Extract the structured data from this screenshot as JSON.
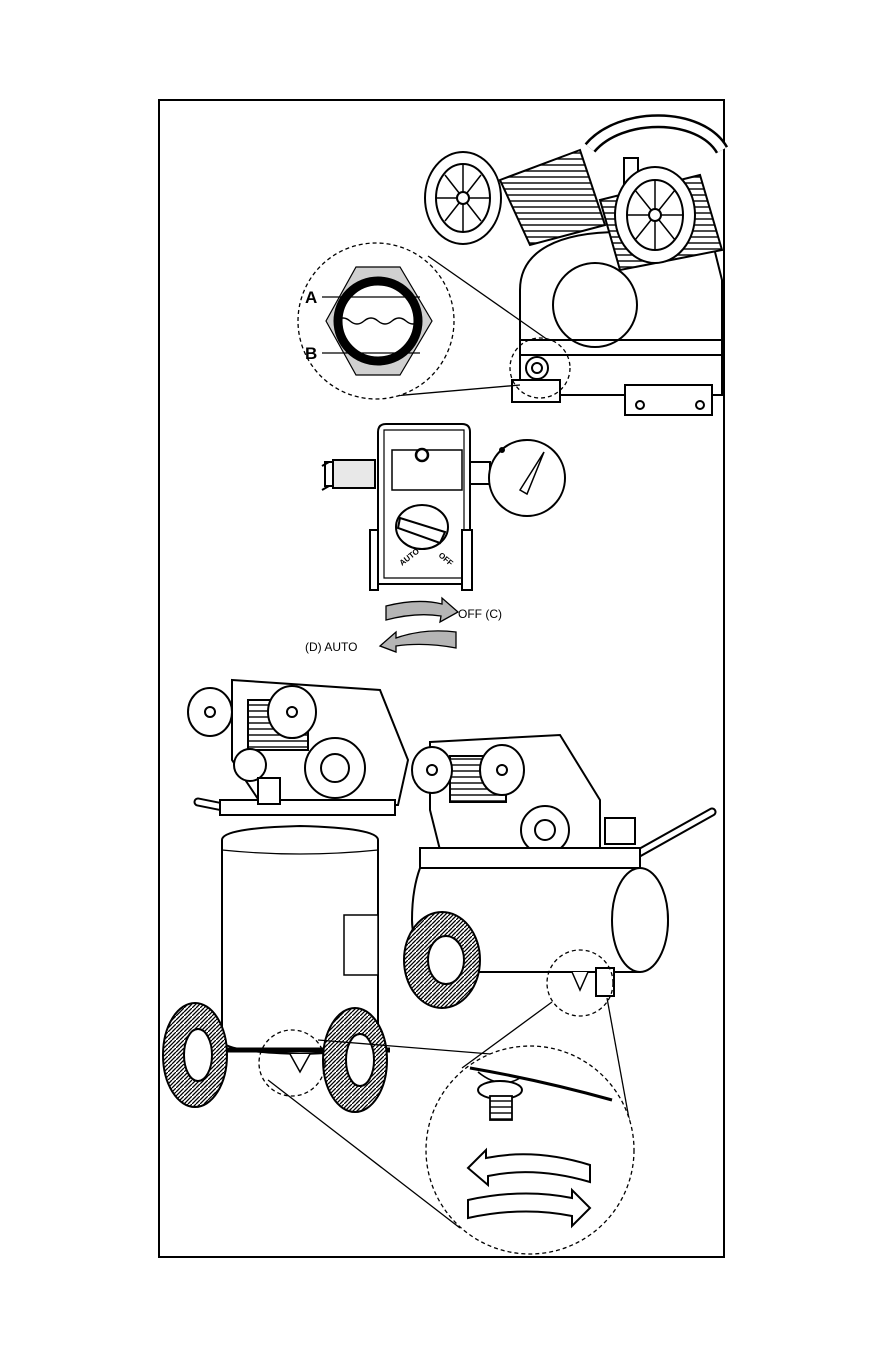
{
  "labels": {
    "oil_a": "A",
    "oil_b": "B",
    "off_c": "OFF (C)",
    "auto_d": "(D)  AUTO"
  },
  "switch_marks": {
    "auto": "AUTO",
    "off": "OFF"
  }
}
